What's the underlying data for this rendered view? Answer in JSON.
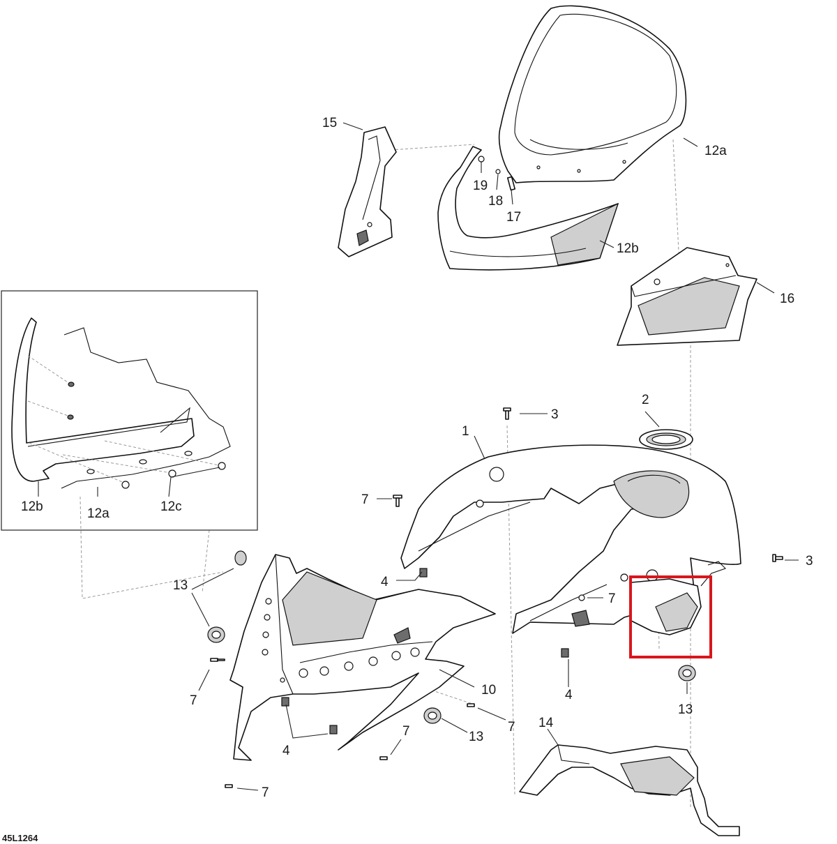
{
  "diagram": {
    "code": "45L1264",
    "callouts": {
      "p1": "1",
      "p2": "2",
      "p3a": "3",
      "p3b": "3",
      "p4a": "4",
      "p4b": "4",
      "p4c": "4",
      "p7a": "7",
      "p7b": "7",
      "p7c": "7",
      "p7d": "7",
      "p7e": "7",
      "p7f": "7",
      "p10": "10",
      "p12a_top": "12a",
      "p12b_top": "12b",
      "p12a_inset": "12a",
      "p12b_inset": "12b",
      "p12c_inset": "12c",
      "p13a": "13",
      "p13b": "13",
      "p13c": "13",
      "p14": "14",
      "p15": "15",
      "p16": "16",
      "p17": "17",
      "p18": "18",
      "p19": "19"
    },
    "highlight_color": "#d9161c"
  }
}
